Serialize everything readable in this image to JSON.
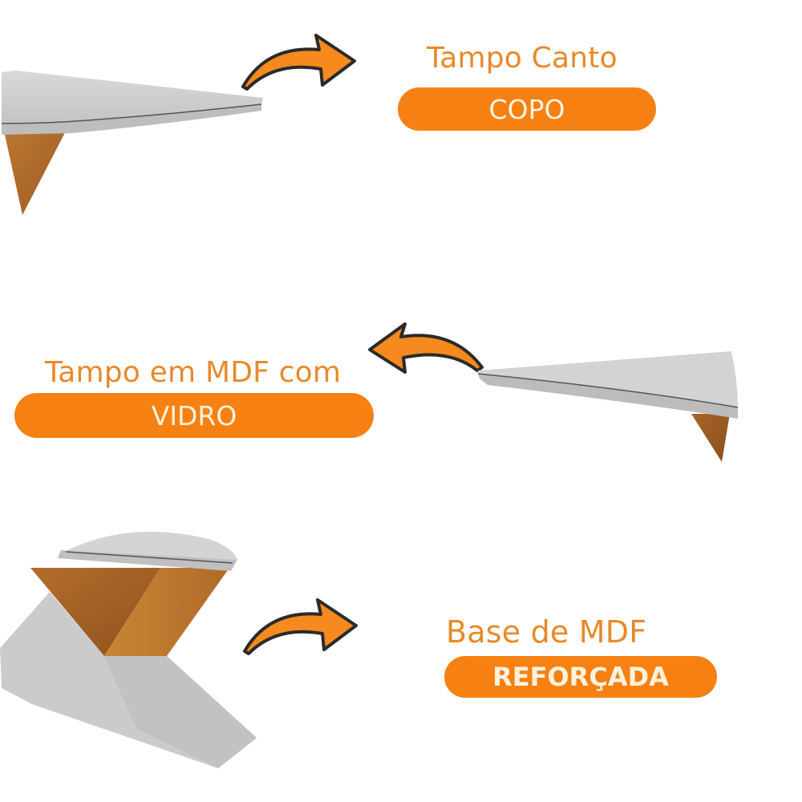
{
  "colors": {
    "accent": "#f68112",
    "title_text": "#e8892a",
    "pill_text": "#fdf2dd",
    "arrow_outline": "#2a2a2a",
    "panel_gray": "#cfcfcf",
    "wood": "#b86f2c"
  },
  "features": [
    {
      "title": "Tampo Canto",
      "highlight": "COPO",
      "arrow_direction": "right",
      "image": "corner-top-shelf"
    },
    {
      "title": "Tampo em MDF com",
      "highlight": "VIDRO",
      "arrow_direction": "left",
      "image": "mdf-top-with-glass"
    },
    {
      "title": "Base de  MDF",
      "highlight": "REFORÇADA",
      "arrow_direction": "right",
      "image": "reinforced-mdf-base"
    }
  ],
  "icons": {
    "arrow_right": "curved-arrow-right-icon",
    "arrow_left": "curved-arrow-left-icon"
  }
}
